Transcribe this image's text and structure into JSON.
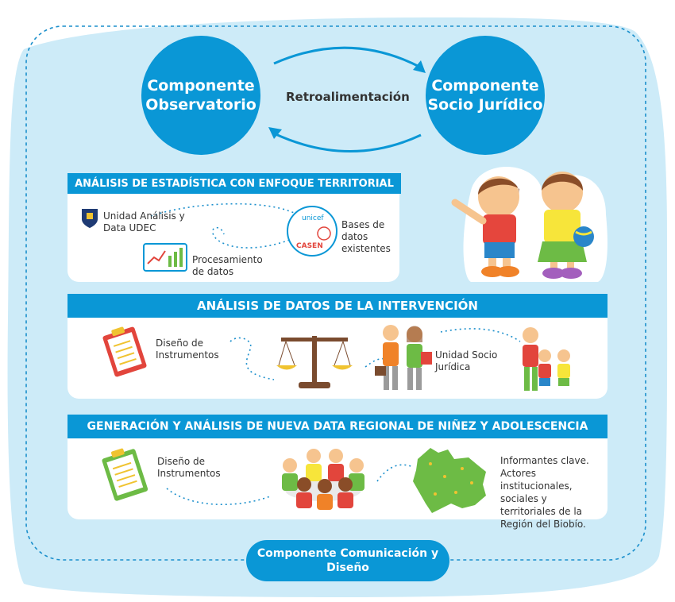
{
  "top": {
    "left_component": "Componente Observatorio",
    "right_component": "Componente Socio Jurídico",
    "feedback_label": "Retroalimentación"
  },
  "section1": {
    "title": "ANÁLISIS DE ESTADÍSTICA CON ENFOQUE TERRITORIAL",
    "unit_label": "Unidad Análisis y Data UDEC",
    "processing_label": "Procesamiento de datos",
    "databases_label": "Bases de datos existentes",
    "logo_unicef": "unicef",
    "logo_casen": "CASEN"
  },
  "section2": {
    "title": "ANÁLISIS DE DATOS DE LA INTERVENCIÓN",
    "design_label": "Diseño de Instrumentos",
    "unit_label": "Unidad Socio Jurídica"
  },
  "section3": {
    "title": "GENERACIÓN Y ANÁLISIS DE NUEVA DATA REGIONAL DE NIÑEZ Y ADOLESCENCIA",
    "design_label": "Diseño de Instrumentos",
    "informants_label": "Informantes clave. Actores institucionales, sociales y territoriales de la Región del Biobío."
  },
  "bottom": {
    "communication_component": "Componente Comunicación y Diseño"
  },
  "colors": {
    "primary_blue": "#0a97d6",
    "background_blue": "#cdebf8",
    "red_clipboard": "#e2453c",
    "green_clipboard": "#6dbb45"
  }
}
